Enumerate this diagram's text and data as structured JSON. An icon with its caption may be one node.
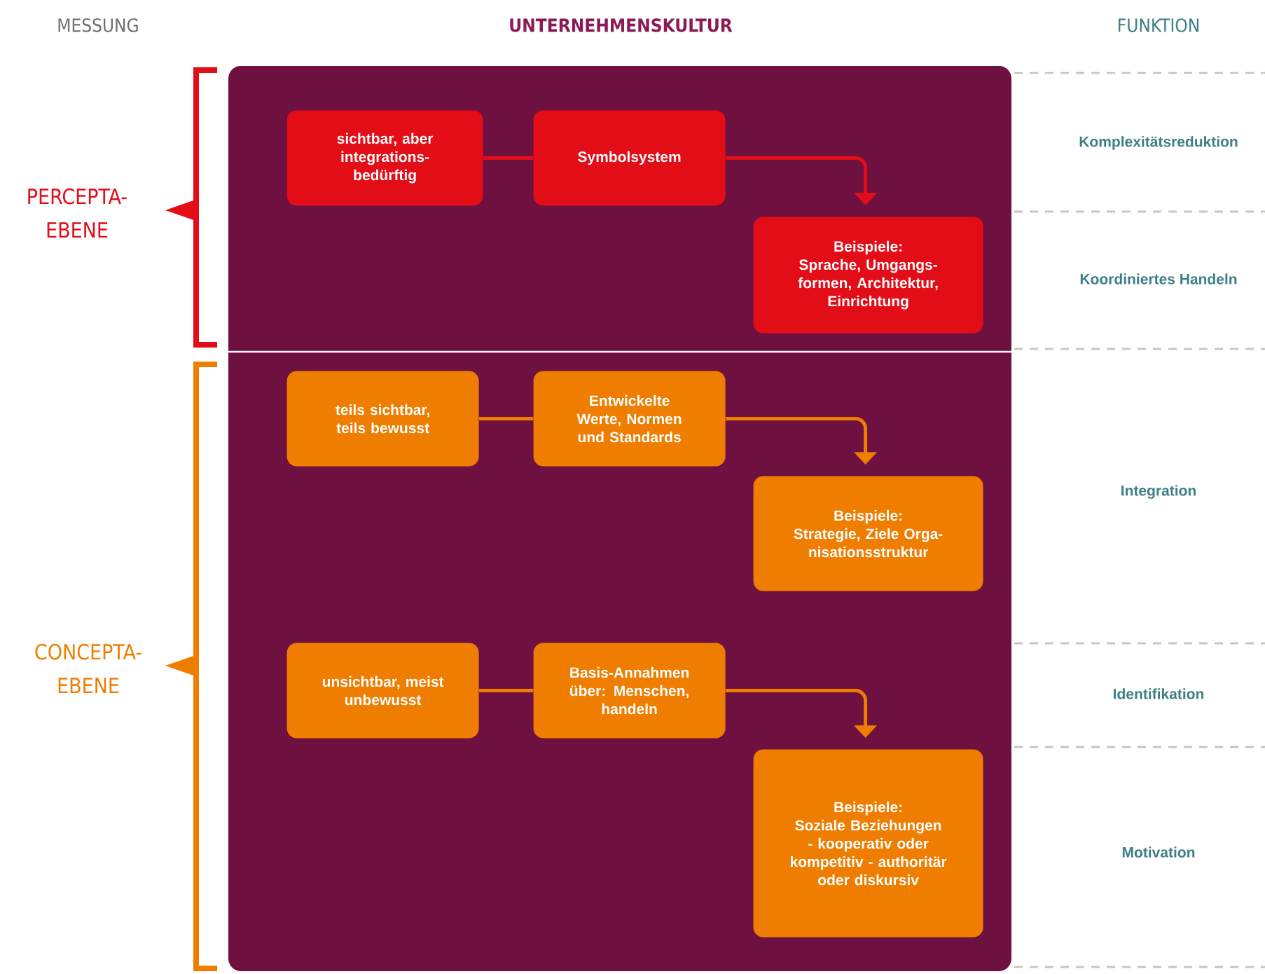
{
  "diagram": {
    "nodes": [
      {
        "text": [
          "UNTERNEHMENSKULTUR"
        ]
      },
      {
        "text": [
          "sichtbar, aber integrations-bedürftig"
        ],
        "in": 0
      },
      {
        "text": [
          "Symbolsystem"
        ],
        "in": 0
      },
      {
        "text": [
          "Beispiele:",
          "Sprache, Umgangs-formen, Architektur, Einrichtung"
        ],
        "in": 0
      },
      {
        "text": [
          "teils sichtbar, teils bewusst"
        ],
        "in": 0
      },
      {
        "text": [
          "Entwickelte Werte, Normen und Standards"
        ],
        "in": 0
      },
      {
        "text": [
          "Beispiele:",
          "Strategie, Ziele Orga-nisationsstruktur"
        ],
        "in": 0
      },
      {
        "text": [
          "unsichtbar, meist unbewusst"
        ],
        "in": 0
      },
      {
        "text": [
          "Basis-Annahmen über: Menschen, handeln"
        ],
        "in": 0
      },
      {
        "text": [
          "Beispiele:",
          "Soziale Beziehungen - kooperativ oder kompetitiv - authoritär oder diskursiv"
        ],
        "in": 0
      }
    ],
    "edges": [
      {
        "from": 1,
        "to": 2,
        "arrow": "none",
        "color": "#e30d18"
      },
      {
        "from": 2,
        "to": 3,
        "arrow": "to",
        "color": "#e30d18"
      },
      {
        "from": 4,
        "to": 5,
        "arrow": "none"
      },
      {
        "from": 5,
        "to": 6,
        "arrow": "to"
      },
      {
        "from": 7,
        "to": 8,
        "arrow": "none"
      },
      {
        "from": 8,
        "to": 9,
        "arrow": "to"
      }
    ],
    "labels": [
      "MESSUNG",
      "FUNKTION",
      "PERCEPTA-EBENE",
      "Komplexitätsreduktion",
      "Koordiniertes Handeln",
      "Integration",
      "CONCEPTA-EBENE",
      "Identifikation",
      "Motivation"
    ]
  }
}
